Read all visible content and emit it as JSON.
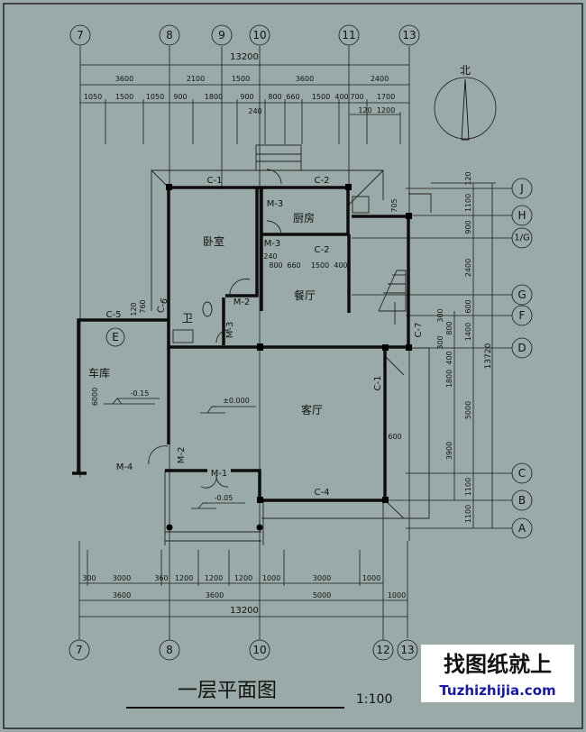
{
  "drawing": {
    "title": "一层平面图",
    "scale": "1:100",
    "north_label": "北",
    "background_color": "#9aaaa8",
    "line_color": "#111111"
  },
  "watermark": {
    "cn": "找图纸就上",
    "en": "Tuzhizhijia.com",
    "en_color": "#1a1aa0"
  },
  "axes": {
    "top": [
      "7",
      "8",
      "9",
      "10",
      "11",
      "13"
    ],
    "bottom": [
      "7",
      "8",
      "10",
      "12",
      "13"
    ],
    "right": [
      "J",
      "H",
      "1/G",
      "G",
      "F",
      "D",
      "C",
      "B",
      "A"
    ],
    "inner": "E"
  },
  "dimensions": {
    "top_total": "13200",
    "top_row2": [
      "3600",
      "2100",
      "1500",
      "3600",
      "2400"
    ],
    "top_row3": [
      "1050",
      "1500",
      "1050",
      "900",
      "1800",
      "900",
      "800",
      "660",
      "1500",
      "400",
      "700",
      "1700"
    ],
    "top_extra": [
      "240",
      "120",
      "1200"
    ],
    "right_col1": [
      "120",
      "1100",
      "900",
      "2400",
      "600",
      "1400",
      "5000",
      "1100",
      "1100"
    ],
    "right_total": "13720",
    "right_col2": [
      "300",
      "800",
      "300",
      "400",
      "1800",
      "3900"
    ],
    "bottom_row1": [
      "300",
      "3000",
      "360",
      "1200",
      "1200",
      "1200",
      "1000",
      "3000",
      "1000"
    ],
    "bottom_row2": [
      "3600",
      "3600",
      "5000",
      "1000"
    ],
    "bottom_total": "13200",
    "inner": [
      "240",
      "800",
      "660",
      "1500",
      "400",
      "705",
      "120",
      "760",
      "600",
      "6000"
    ]
  },
  "rooms": {
    "bedroom": "卧室",
    "kitchen": "厨房",
    "dining": "餐厅",
    "bathroom": "卫",
    "garage": "车库",
    "living": "客厅"
  },
  "openings": {
    "c1_top": "C-1",
    "c2_top": "C-2",
    "m3_kitchen": "M-3",
    "m3_dining": "M-3",
    "c2_mid": "C-2",
    "m2_bed": "M-2",
    "m3_bath": "M-3",
    "c5": "C-5",
    "c6": "C-6",
    "c7": "C-7",
    "c1_right": "C-1",
    "m2_left": "M-2",
    "m4": "M-4",
    "m1": "M-1",
    "c4": "C-4"
  },
  "elevations": {
    "garage": "-0.15",
    "living": "±0.000",
    "porch": "-0.05"
  }
}
